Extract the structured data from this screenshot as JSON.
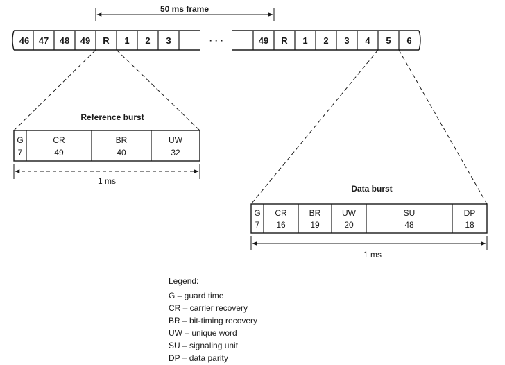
{
  "frame": {
    "label": "50 ms frame",
    "left_slots": [
      "46",
      "47",
      "48",
      "49",
      "R",
      "1",
      "2",
      "3"
    ],
    "ellipsis": "· · ·",
    "right_slots": [
      "49",
      "R",
      "1",
      "2",
      "3",
      "4",
      "5",
      "6"
    ]
  },
  "reference_burst": {
    "title": "Reference burst",
    "fields": [
      {
        "name": "G",
        "value": "7"
      },
      {
        "name": "CR",
        "value": "49"
      },
      {
        "name": "BR",
        "value": "40"
      },
      {
        "name": "UW",
        "value": "32"
      }
    ],
    "duration": "1 ms"
  },
  "data_burst": {
    "title": "Data burst",
    "fields": [
      {
        "name": "G",
        "value": "7"
      },
      {
        "name": "CR",
        "value": "16"
      },
      {
        "name": "BR",
        "value": "19"
      },
      {
        "name": "UW",
        "value": "20"
      },
      {
        "name": "SU",
        "value": "48"
      },
      {
        "name": "DP",
        "value": "18"
      }
    ],
    "duration": "1 ms"
  },
  "legend": {
    "title": "Legend:",
    "items": [
      "G – guard time",
      "CR – carrier recovery",
      "BR – bit-timing recovery",
      "UW – unique word",
      "SU – signaling unit",
      "DP – data parity"
    ]
  }
}
